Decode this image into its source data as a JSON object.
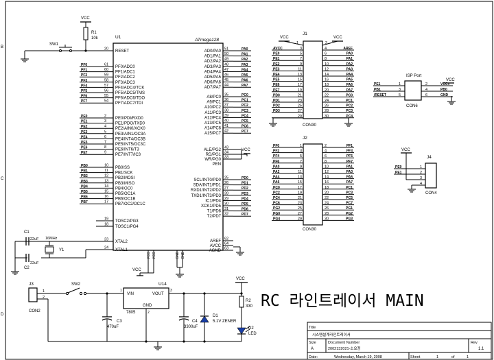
{
  "border": {
    "row_markers": [
      "B",
      "C",
      "D"
    ]
  },
  "title_block": {
    "title_label": "Title",
    "title_value": "시스템설계라인트레이서",
    "size_label": "Size",
    "size_value": "A",
    "docnum_label": "Document Number",
    "docnum_value": "2002132021-소요정",
    "rev_label": "Rev",
    "rev_value": "1.1",
    "date_label": "Date:",
    "date_value": "Wednesday, March 19, 2008",
    "sheet_label": "Sheet",
    "sheet_of": "1",
    "of_label": "of",
    "sheet_total": "1"
  },
  "main_title": "RC 라인트레이서 MAIN",
  "parts": {
    "u1_ref": "U1",
    "u1_name": "ATmega128",
    "sw1": "SW1",
    "r1": "R1",
    "r1_val": "10k",
    "c1": "C1",
    "c1_val": "22uF",
    "c2": "C2",
    "c2_val": "22uF",
    "y1": "Y1",
    "y1_val": "16MHz",
    "j1": "J1",
    "j1_name": "CON30",
    "j2": "J2",
    "j2_name": "CON30",
    "isp_title": "ISP Port",
    "isp_name": "CON6",
    "j4": "J4",
    "j4_name": "CON4",
    "j3": "J3",
    "j3_name": "CON2",
    "sw2": "SW2",
    "u14": "U14",
    "u14_name": "7805",
    "u14_vin": "VIN",
    "u14_vout": "VOUT",
    "u14_gnd": "GND",
    "c3": "C3",
    "c3_val": "470uF",
    "c4": "C4",
    "c4_val": "3300uF",
    "d1": "D1",
    "d1_val": "5.1V ZENER",
    "r2": "R2",
    "r2_val": "330",
    "d2": "D2",
    "d2_val": "LED",
    "vcc": "VCC",
    "gnd_lbl": "GND"
  },
  "u1_left": [
    {
      "pin": "20",
      "name": "RESET",
      "net": ""
    },
    {
      "pin": "61",
      "name": "PF0/ADC0",
      "net": "PF0"
    },
    {
      "pin": "60",
      "name": "PF1/ADC1",
      "net": "PF1"
    },
    {
      "pin": "59",
      "name": "PF2/ADC2",
      "net": "PF2"
    },
    {
      "pin": "58",
      "name": "PF3/ADC3",
      "net": "PF3"
    },
    {
      "pin": "57",
      "name": "PF4/ADC4/TCK",
      "net": "PF4"
    },
    {
      "pin": "56",
      "name": "PF5/ADC5/TMS",
      "net": "PF5"
    },
    {
      "pin": "55",
      "name": "PF6/ADC6/TDO",
      "net": "PF6"
    },
    {
      "pin": "54",
      "name": "PF7/ADC7/TDI",
      "net": "PF7"
    },
    {
      "pin": "2",
      "name": "PE0/PDI/RXD0",
      "net": "PE0"
    },
    {
      "pin": "3",
      "name": "PE1/PDO/TXD0",
      "net": "PE1"
    },
    {
      "pin": "4",
      "name": "PE2/AIN0/XCK0",
      "net": "PE2"
    },
    {
      "pin": "5",
      "name": "PE3/AIN1/OC3A",
      "net": "PE3"
    },
    {
      "pin": "6",
      "name": "PE4/INT4/OC3B",
      "net": "PE4"
    },
    {
      "pin": "7",
      "name": "PE5/INT5/OC3C",
      "net": "PE5"
    },
    {
      "pin": "8",
      "name": "PE6/INT6/T3",
      "net": "PE6"
    },
    {
      "pin": "9",
      "name": "PE7/INT7/IC3",
      "net": "PE7"
    },
    {
      "pin": "10",
      "name": "PB0/SS",
      "net": "PB0"
    },
    {
      "pin": "11",
      "name": "PB1/SCK",
      "net": "PB1"
    },
    {
      "pin": "12",
      "name": "PB2/MOSI",
      "net": "PB2"
    },
    {
      "pin": "13",
      "name": "PB3/MISO",
      "net": "PB3"
    },
    {
      "pin": "14",
      "name": "PB4/OC0",
      "net": "PB4"
    },
    {
      "pin": "15",
      "name": "PB5/OC1A",
      "net": "PB5"
    },
    {
      "pin": "16",
      "name": "PB6/OC1B",
      "net": "PB6"
    },
    {
      "pin": "17",
      "name": "PB7/OC2/OC1C",
      "net": "PB7"
    },
    {
      "pin": "19",
      "name": "TOSC2/PG3",
      "net": ""
    },
    {
      "pin": "18",
      "name": "TOSC1/PG4",
      "net": ""
    },
    {
      "pin": "23",
      "name": "XTAL2",
      "net": ""
    },
    {
      "pin": "24",
      "name": "XTAL1",
      "net": ""
    }
  ],
  "u1_right": [
    {
      "pin": "51",
      "name": "AD0/PA0",
      "net": "PA0"
    },
    {
      "pin": "50",
      "name": "AD1/PA1",
      "net": "PA1"
    },
    {
      "pin": "49",
      "name": "AD2/PA2",
      "net": "PA2"
    },
    {
      "pin": "48",
      "name": "AD3/PA3",
      "net": "PA3"
    },
    {
      "pin": "47",
      "name": "AD4/PA4",
      "net": "PA4"
    },
    {
      "pin": "46",
      "name": "AD5/PA5",
      "net": "PA5"
    },
    {
      "pin": "45",
      "name": "AD6/PA6",
      "net": "PA6"
    },
    {
      "pin": "44",
      "name": "AD7/PA7",
      "net": "PA7"
    },
    {
      "pin": "35",
      "name": "A8/PC0",
      "net": "PC0"
    },
    {
      "pin": "36",
      "name": "A9/PC1",
      "net": "PC1"
    },
    {
      "pin": "37",
      "name": "A10/PC2",
      "net": "PC2"
    },
    {
      "pin": "38",
      "name": "A11/PC3",
      "net": "PC3"
    },
    {
      "pin": "39",
      "name": "A12/PC4",
      "net": "PC4"
    },
    {
      "pin": "40",
      "name": "A13/PC5",
      "net": "PC5"
    },
    {
      "pin": "41",
      "name": "A14/PC6",
      "net": "PC6"
    },
    {
      "pin": "42",
      "name": "A15/PC7",
      "net": "PC7"
    },
    {
      "pin": "43",
      "name": "ALE/PG2",
      "net": ""
    },
    {
      "pin": "34",
      "name": "RD/PG1",
      "net": ""
    },
    {
      "pin": "33",
      "name": "WR/PG0",
      "net": ""
    },
    {
      "pin": "",
      "name": "PEN",
      "net": ""
    },
    {
      "pin": "25",
      "name": "SCL/INT0/PD0",
      "net": "PD0"
    },
    {
      "pin": "26",
      "name": "SDA/INT1/PD1",
      "net": "PD1"
    },
    {
      "pin": "27",
      "name": "RXD1/INT2/PD2",
      "net": "PD2"
    },
    {
      "pin": "28",
      "name": "TXD1/INT3/PD3",
      "net": "PD3"
    },
    {
      "pin": "29",
      "name": "IC1/PD4",
      "net": "PD4"
    },
    {
      "pin": "30",
      "name": "XCK1/PD5",
      "net": "PD5"
    },
    {
      "pin": "31",
      "name": "T1/PD6",
      "net": "PD6"
    },
    {
      "pin": "32",
      "name": "T2/PD7",
      "net": "PD7"
    },
    {
      "pin": "62",
      "name": "AREF",
      "net": ""
    },
    {
      "pin": "64",
      "name": "AVCC",
      "net": ""
    },
    {
      "pin": "63",
      "name": "AGND",
      "net": ""
    }
  ],
  "u1_bottom": [
    "VCC",
    "VCC",
    "GND",
    "GND"
  ],
  "j1_rows": [
    {
      "l": "AVCC",
      "pl": "3",
      "pr": "4",
      "r": "AREF"
    },
    {
      "l": "PE0",
      "pl": "5",
      "pr": "6",
      "r": "PA0"
    },
    {
      "l": "PE1",
      "pl": "7",
      "pr": "8",
      "r": "PA1"
    },
    {
      "l": "PE2",
      "pl": "9",
      "pr": "10",
      "r": "PA2"
    },
    {
      "l": "PE3",
      "pl": "11",
      "pr": "12",
      "r": "PA3"
    },
    {
      "l": "PE4",
      "pl": "13",
      "pr": "14",
      "r": "PA4"
    },
    {
      "l": "PE5",
      "pl": "15",
      "pr": "16",
      "r": "PA5"
    },
    {
      "l": "PE6",
      "pl": "17",
      "pr": "18",
      "r": "PA6"
    },
    {
      "l": "PE7",
      "pl": "19",
      "pr": "20",
      "r": "PA7"
    },
    {
      "l": "PD0",
      "pl": "21",
      "pr": "22",
      "r": "PC0"
    },
    {
      "l": "PD1",
      "pl": "23",
      "pr": "24",
      "r": "PC1"
    },
    {
      "l": "PD2",
      "pl": "25",
      "pr": "26",
      "r": "PC2"
    },
    {
      "l": "PD3",
      "pl": "27",
      "pr": "28",
      "r": "PC3"
    },
    {
      "l": "",
      "pl": "29",
      "pr": "30",
      "r": "PC4"
    }
  ],
  "j2_rows": [
    {
      "l": "PF0",
      "pl": "1",
      "pr": "2",
      "r": "PF1"
    },
    {
      "l": "PF2",
      "pl": "3",
      "pr": "4",
      "r": "PF3"
    },
    {
      "l": "PF4",
      "pl": "5",
      "pr": "6",
      "r": "PF5"
    },
    {
      "l": "PF6",
      "pl": "7",
      "pr": "8",
      "r": "PF7"
    },
    {
      "l": "PA0",
      "pl": "9",
      "pr": "10",
      "r": "PA1"
    },
    {
      "l": "PA2",
      "pl": "11",
      "pr": "12",
      "r": "PA3"
    },
    {
      "l": "PA4",
      "pl": "13",
      "pr": "14",
      "r": "PA5"
    },
    {
      "l": "PA6",
      "pl": "15",
      "pr": "16",
      "r": "PA7"
    },
    {
      "l": "PC0",
      "pl": "17",
      "pr": "18",
      "r": "PC1"
    },
    {
      "l": "PC2",
      "pl": "19",
      "pr": "20",
      "r": "PC3"
    },
    {
      "l": "PC4",
      "pl": "21",
      "pr": "22",
      "r": "PC5"
    },
    {
      "l": "PC6",
      "pl": "23",
      "pr": "24",
      "r": "PC7"
    },
    {
      "l": "PG2",
      "pl": "25",
      "pr": "26",
      "r": "PG1"
    },
    {
      "l": "PG0",
      "pl": "27",
      "pr": "28",
      "r": "PG2"
    },
    {
      "l": "PG4",
      "pl": "29",
      "pr": "30",
      "r": "PG3"
    }
  ],
  "isp_rows": [
    {
      "l": "PE1",
      "pl": "1",
      "pr": "2",
      "r": "VCC"
    },
    {
      "l": "PB1",
      "pl": "3",
      "pr": "4",
      "r": "PB0"
    },
    {
      "l": "/RESET",
      "pl": "5",
      "pr": "6",
      "r": "GND"
    }
  ],
  "j4_rows": [
    {
      "l": "PE0",
      "p": "1"
    },
    {
      "l": "PE1",
      "p": "2"
    },
    {
      "l": "",
      "p": "3"
    },
    {
      "l": "",
      "p": "4"
    }
  ],
  "pin_numbers": {
    "j1_top_l": "1",
    "j1_top_r": "2",
    "j3_p1": "1",
    "j3_p2": "2",
    "u14_p1": "1",
    "u14_p2": "2",
    "u14_p3": "3",
    "c1_top": "1",
    "c2_bot": "1",
    "y1_a": "1",
    "y1_b": "2"
  }
}
